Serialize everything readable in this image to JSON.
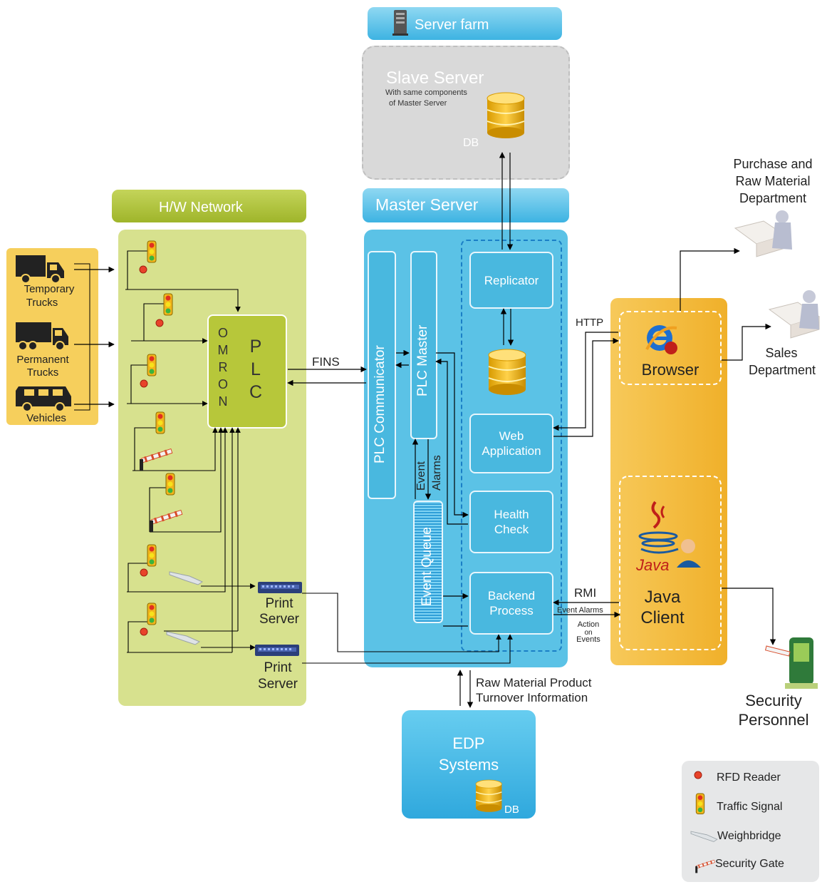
{
  "server_farm": {
    "title": "Server farm",
    "icon": "server-tower-icon"
  },
  "slave_server": {
    "title": "Slave Server",
    "note_line1": "With same components",
    "note_line2": "of Master Server",
    "db_label": "DB"
  },
  "master_server": {
    "title": "Master Server",
    "plc_communicator": "PLC Communicator",
    "plc_master": "PLC Master",
    "event_queue": "Event Queue",
    "replicator": "Replicator",
    "web_application_line1": "Web",
    "web_application_line2": "Application",
    "health_check_line1": "Health",
    "health_check_line2": "Check",
    "backend_process_line1": "Backend",
    "backend_process_line2": "Process",
    "event_label": "Event",
    "alarms_label": "Alarms"
  },
  "hw_network": {
    "title": "H/W Network",
    "plc_brand_letters": [
      "O",
      "M",
      "R",
      "O",
      "N"
    ],
    "plc_label_letters": [
      "P",
      "L",
      "C"
    ],
    "print_server_1_line1": "Print",
    "print_server_1_line2": "Server",
    "print_server_2_line1": "Print",
    "print_server_2_line2": "Server"
  },
  "vehicles": {
    "temporary_line1": "Temporary",
    "temporary_line2": "Trucks",
    "permanent_line1": "Permanent",
    "permanent_line2": "Trucks",
    "vehicles": "Vehicles"
  },
  "connections": {
    "fins": "FINS",
    "http": "HTTP",
    "rmi": "RMI",
    "event_alarms": "Event Alarms",
    "action_line1": "Action",
    "action_line2": "on",
    "action_line3": "Events",
    "raw_material_line1": "Raw Material Product",
    "raw_material_line2": "Turnover Information"
  },
  "clients": {
    "browser": "Browser",
    "browser_icon": "internet-explorer-icon",
    "java_client_line1": "Java",
    "java_client_line2": "Client",
    "java_logo_text": "Java",
    "java_icon": "java-cup-icon"
  },
  "departments": {
    "purchase_line1": "Purchase and",
    "purchase_line2": "Raw Material",
    "purchase_line3": "Department",
    "sales_line1": "Sales",
    "sales_line2": "Department",
    "security_line1": "Security",
    "security_line2": "Personnel"
  },
  "edp": {
    "title_line1": "EDP",
    "title_line2": "Systems",
    "db_label": "DB"
  },
  "legend": {
    "rfd_reader": "RFD Reader",
    "traffic_signal": "Traffic Signal",
    "weighbridge": "Weighbridge",
    "security_gate": "Security Gate"
  },
  "colors": {
    "master_blue": "#5bc2e6",
    "hw_green": "#d4e08c",
    "client_orange": "#f3b632",
    "slave_grey": "#d9d9d9",
    "vehicle_yellow": "#f6cf5c"
  }
}
